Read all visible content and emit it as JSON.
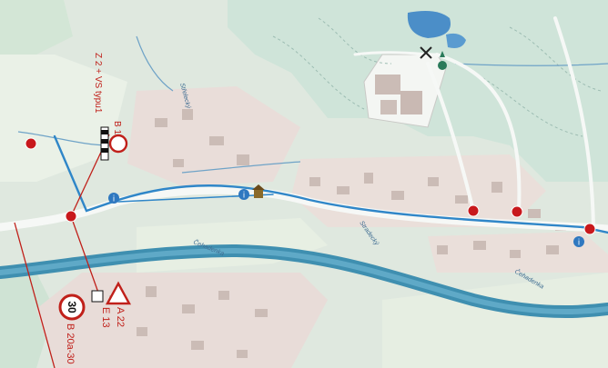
{
  "map": {
    "colors": {
      "paper": "#dfe8df",
      "forest": "#cfe4d9",
      "meadow": "#e3ecdf",
      "builtup": "#e8dcd8",
      "river": "#3f8fb0",
      "road": "#f6f8f6",
      "route": "#2f86c8",
      "annotation": "#c0201a",
      "marker": "#c8181c",
      "building": "#cbbcb6"
    },
    "street_labels": [
      {
        "name": "street-label-strelecky",
        "text": "Střelecký"
      },
      {
        "name": "street-label-cehadenka-left",
        "text": "Čehadenka"
      },
      {
        "name": "street-label-stradecky",
        "text": "Stradecký"
      },
      {
        "name": "street-label-cehadenka-right",
        "text": "Čehadenka"
      }
    ],
    "signs": [
      {
        "name": "sign-b1",
        "code": "B 1",
        "note": "Z 2 + VS typu1"
      },
      {
        "name": "sign-a22",
        "code": "A 22",
        "note": "E 13"
      },
      {
        "name": "sign-b20a",
        "code": "B 20a-30",
        "speed": "30"
      }
    ],
    "icons": [
      "info-icon",
      "shrine-icon",
      "monument-icon",
      "mill-icon",
      "red-marker"
    ]
  }
}
